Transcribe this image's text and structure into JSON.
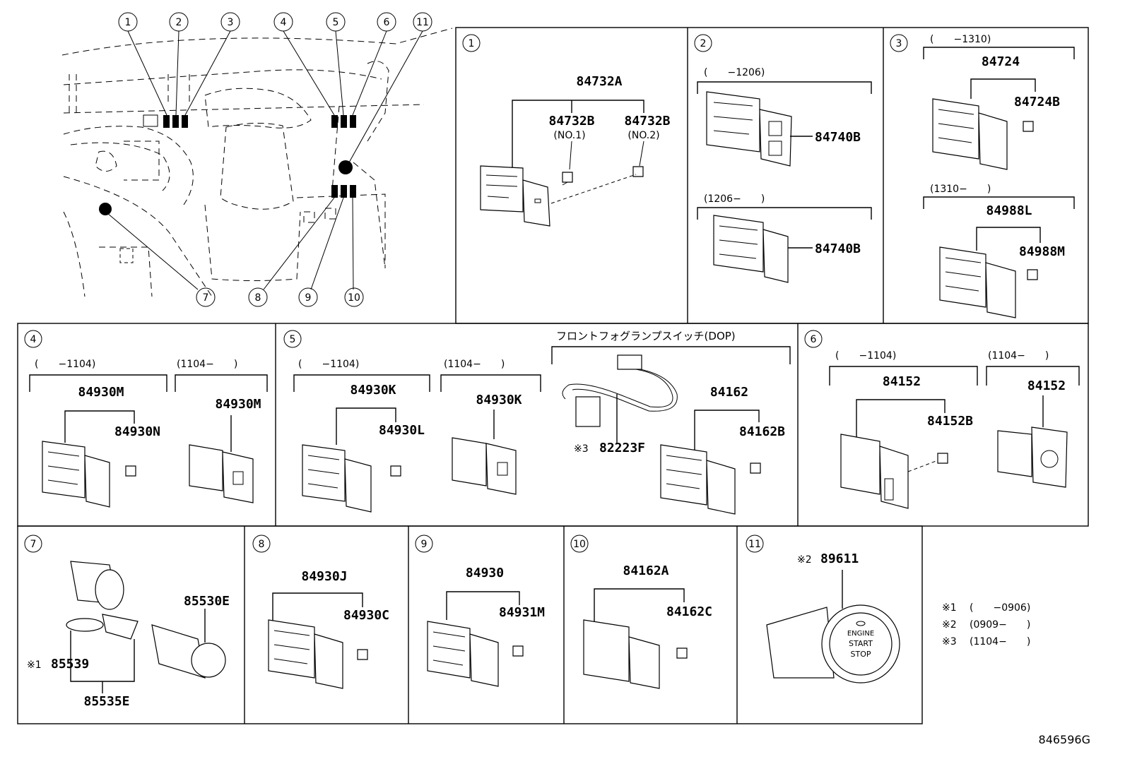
{
  "diagram_id": "846596G",
  "overview": {
    "callouts": [
      "1",
      "2",
      "3",
      "4",
      "5",
      "6",
      "11",
      "7",
      "8",
      "9",
      "10"
    ]
  },
  "panels": {
    "p1": {
      "num": "1",
      "part": "84732A",
      "sub1": "84732B",
      "sub1_note": "(NO.1)",
      "sub2": "84732B",
      "sub2_note": "(NO.2)"
    },
    "p2": {
      "num": "2",
      "range_a": "(　　−1206)",
      "part_a": "84740B",
      "range_b": "(1206−　　)",
      "part_b": "84740B"
    },
    "p3": {
      "num": "3",
      "range_a": "(　　−1310)",
      "part_a": "84724",
      "sub_a": "84724B",
      "range_b": "(1310−　　)",
      "part_b": "84988L",
      "sub_b": "84988M"
    },
    "p4": {
      "num": "4",
      "range_a": "(　　−1104)",
      "part_a": "84930M",
      "sub_a": "84930N",
      "range_b": "(1104−　　)",
      "part_b": "84930M"
    },
    "p5": {
      "num": "5",
      "range_a": "(　　−1104)",
      "part_a": "84930K",
      "sub_a": "84930L",
      "range_b": "(1104−　　)",
      "part_b": "84930K",
      "fog_title": "フロントフォグランプスイッチ(DOP)",
      "fog_harness_mark": "※3",
      "fog_harness": "82223F",
      "fog_part": "84162",
      "fog_sub": "84162B"
    },
    "p6": {
      "num": "6",
      "range_a": "(　　−1104)",
      "part_a": "84152",
      "sub_a": "84152B",
      "range_b": "(1104−　　)",
      "part_b": "84152"
    },
    "p7": {
      "num": "7",
      "part_a": "85530E",
      "mark_b": "※1",
      "part_b": "85539",
      "part_c": "85535E"
    },
    "p8": {
      "num": "8",
      "part": "84930J",
      "sub": "84930C"
    },
    "p9": {
      "num": "9",
      "part": "84930",
      "sub": "84931M"
    },
    "p10": {
      "num": "10",
      "part": "84162A",
      "sub": "84162C"
    },
    "p11": {
      "num": "11",
      "mark": "※2",
      "part": "89611",
      "button_text": [
        "ENGINE",
        "START",
        "STOP"
      ]
    }
  },
  "notes": [
    {
      "mark": "※1",
      "range": "(　　−0906)"
    },
    {
      "mark": "※2",
      "range": "(0909−　　)"
    },
    {
      "mark": "※3",
      "range": "(1104−　　)"
    }
  ]
}
